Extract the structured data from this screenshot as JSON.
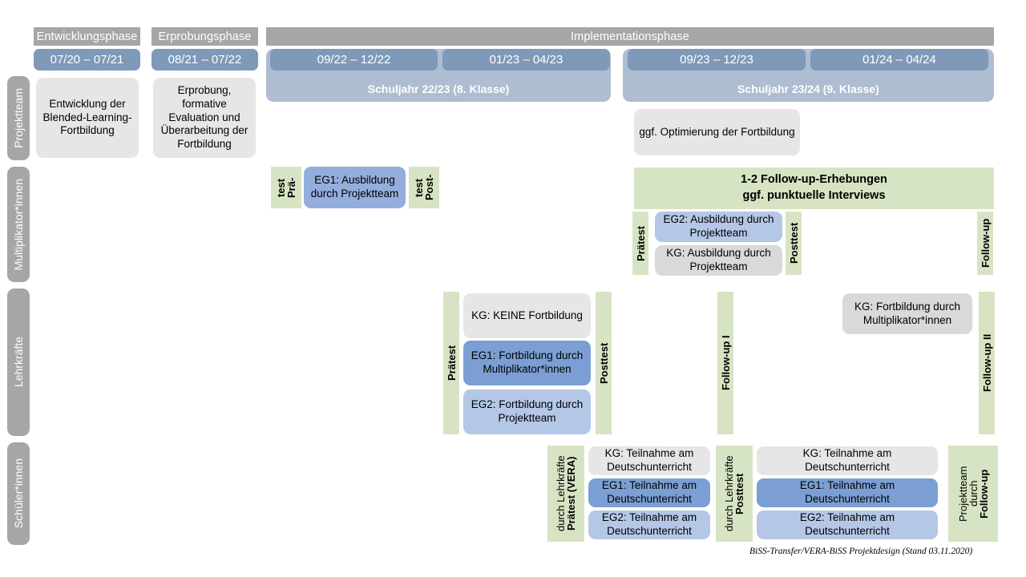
{
  "footer": {
    "text": "BiSS-Transfer/VERA-BiSS Projektdesign (Stand 03.11.2020)"
  },
  "colors": {
    "phase_header": "#a6a6a6",
    "date_bar": "#7f99b8",
    "year_band": "#aebdd1",
    "green": "#d6e4c3",
    "grey_box": "#e7e6e6",
    "grey_box_dark": "#d9d9d9",
    "blue_dark": "#7b9fd4",
    "blue_mid": "#93aedd",
    "blue_light": "#b4c7e7"
  },
  "timeline": {
    "phases": [
      {
        "label": "Entwicklungsphase"
      },
      {
        "label": "Erprobungsphase"
      },
      {
        "label": "Implementationsphase"
      }
    ],
    "date_bars": [
      {
        "label": "07/20 – 07/21"
      },
      {
        "label": "08/21 – 07/22"
      },
      {
        "label": "09/22 – 12/22"
      },
      {
        "label": "01/23 – 04/23"
      },
      {
        "label": "09/23 – 12/23"
      },
      {
        "label": "01/24 – 04/24"
      }
    ],
    "school_years": [
      {
        "label": "Schuljahr 22/23 (8. Klasse)"
      },
      {
        "label": "Schuljahr 23/24 (9. Klasse)"
      }
    ]
  },
  "rails": [
    {
      "label": "Projektteam"
    },
    {
      "label": "Multiplikator*innen"
    },
    {
      "label": "Lehrkräfte"
    },
    {
      "label": "Schüler*innen"
    }
  ],
  "projektteam": {
    "entwicklung": "Entwicklung der Blended-Learning-Fortbildung",
    "erprobung": "Erprobung, formative Evaluation und Überarbeitung der Fortbildung",
    "optimierung": "ggf. Optimierung der Fortbildung"
  },
  "multiplikatoren": {
    "praetest_short_line1": "Prä-",
    "praetest_short_line2": "test",
    "posttest_short_line1": "Post-",
    "posttest_short_line2": "test",
    "eg1": "EG1: Ausbildung durch Projektteam",
    "followup_banner_line1": "1-2 Follow-up-Erhebungen",
    "followup_banner_line2": "ggf. punktuelle Interviews",
    "praetest": "Prätest",
    "posttest": "Posttest",
    "followup": "Follow-up",
    "eg2": "EG2: Ausbildung durch Projektteam",
    "kg": "KG: Ausbildung durch Projektteam"
  },
  "lehrkraefte": {
    "praetest": "Prätest",
    "posttest": "Posttest",
    "followup_1": "Follow-up I",
    "followup_2": "Follow-up II",
    "kg_keine": "KG:  KEINE Fortbildung",
    "eg1": "EG1: Fortbildung durch Multiplikator*innen",
    "eg2": "EG2: Fortbildung durch Projektteam",
    "kg_multi": "KG: Fortbildung durch Multiplikator*innen"
  },
  "schueler": {
    "praetest_bold": "Prätest (VERA)",
    "praetest_sub": "durch Lehrkräfte",
    "posttest_bold": "Posttest",
    "posttest_sub": "durch Lehrkräfte",
    "followup_bold": "Follow-up",
    "followup_sub1": "durch",
    "followup_sub2": "Projektteam",
    "block_a": {
      "kg": "KG: Teilnahme am Deutschunterricht",
      "eg1": "EG1: Teilnahme am Deutschunterricht",
      "eg2": "EG2: Teilnahme am Deutschunterricht"
    },
    "block_b": {
      "kg": "KG: Teilnahme am Deutschunterricht",
      "eg1": "EG1: Teilnahme am Deutschunterricht",
      "eg2": "EG2: Teilnahme am Deutschunterricht"
    }
  }
}
